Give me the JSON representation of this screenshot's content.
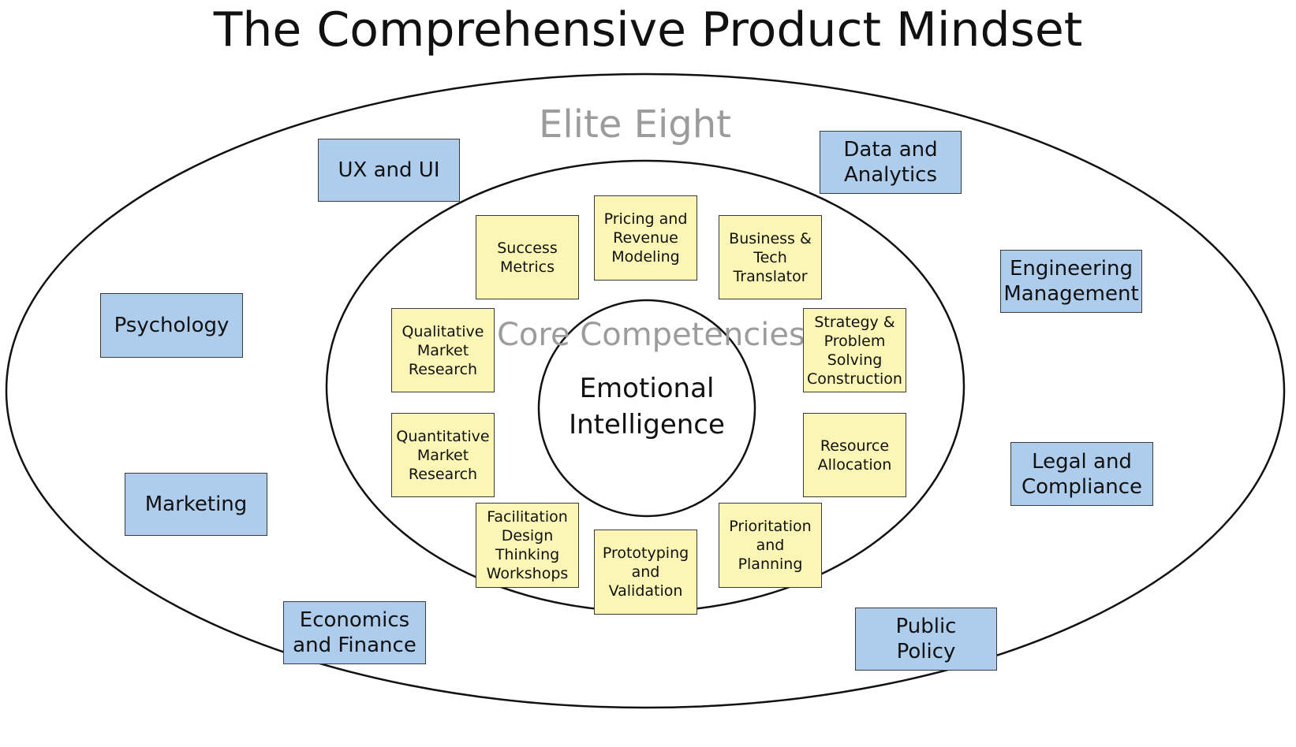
{
  "title": "The Comprehensive Product Mindset",
  "outer_ring": {
    "label": "Elite Eight",
    "items": [
      "UX and UI",
      "Data and Analytics",
      "Engineering Management",
      "Psychology",
      "Legal and Compliance",
      "Marketing",
      "Economics and Finance",
      "Public Policy"
    ]
  },
  "middle_ring": {
    "label": "Core Competencies",
    "items": [
      "Success Metrics",
      "Pricing and Revenue Modeling",
      "Business & Tech Translator",
      "Qualitative Market Research",
      "Strategy & Problem Solving Construction",
      "Quantitative Market Research",
      "Resource Allocation",
      "Facilitation Design Thinking Workshops",
      "Prototyping and Validation",
      "Prioritation and Planning"
    ]
  },
  "center": {
    "label": "Emotional Intelligence"
  },
  "colors": {
    "outer_box_fill": "#aecdec",
    "inner_box_fill": "#fbf6b6",
    "layer_label": "#9c9c9c",
    "outline": "#111111"
  }
}
